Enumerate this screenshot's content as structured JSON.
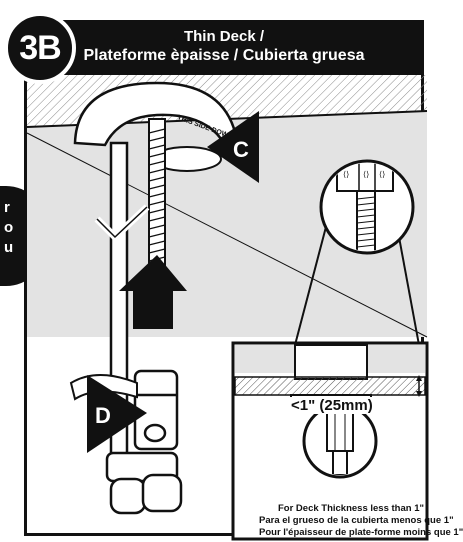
{
  "step": {
    "badge": "3B"
  },
  "header": {
    "line1": "Thin Deck /",
    "line2": "Plateforme èpaisse / Cubierta gruesa"
  },
  "callouts": {
    "c": "C",
    "d": "D",
    "side_tab": [
      "r",
      "o",
      "u"
    ]
  },
  "nut_imprint": "THIS SIDE DOWN",
  "measurement": "<1\" (25mm)",
  "caption": [
    "For Deck Thickness less than 1\"",
    "Para el grueso de la cubierta menos que 1\"",
    "Pour l'épaisseur de plate-forme moins que 1\""
  ],
  "colors": {
    "ink": "#111111",
    "deck": "#e3e3e3",
    "paper": "#ffffff"
  }
}
